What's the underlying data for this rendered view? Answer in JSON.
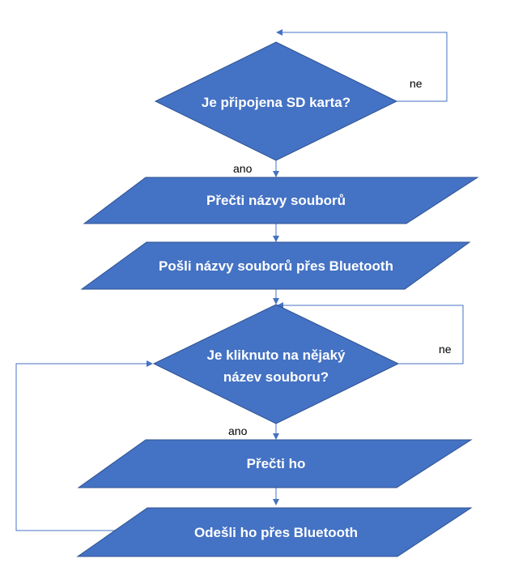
{
  "nodes": {
    "sd_check": "Je připojena SD karta?",
    "read_names": "Přečti názvy souborů",
    "send_names": "Pošli názvy souborů přes Bluetooth",
    "click_check_line1": "Je kliknuto na nějaký",
    "click_check_line2": "název souboru?",
    "read_it": "Přečti ho",
    "send_it": "Odešli ho přes Bluetooth"
  },
  "labels": {
    "sd_no": "ne",
    "sd_yes": "ano",
    "click_no": "ne",
    "click_yes": "ano"
  },
  "colors": {
    "shape_fill": "#4472C4",
    "shape_border": "#2F528F",
    "connector": "#4472C4"
  }
}
